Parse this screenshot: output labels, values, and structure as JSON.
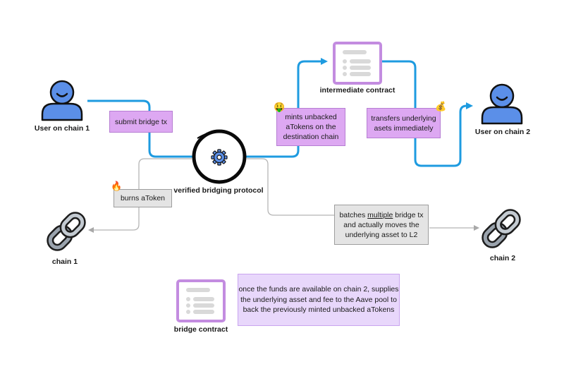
{
  "nodes": {
    "user_chain1": "User on chain 1",
    "user_chain2": "User on chain 2",
    "intermediate_contract": "intermediate contract",
    "verified_bridging_protocol": "verified bridging protocol",
    "chain1": "chain 1",
    "chain2": "chain 2",
    "bridge_contract": "bridge contract"
  },
  "steps": {
    "submit_bridge_tx": "submit bridge tx",
    "mints_unbacked": [
      "mints unbacked",
      "aTokens on the",
      "destination chain"
    ],
    "transfers_underlying": [
      "transfers underlying",
      "asets immediately"
    ],
    "burns_atoken": "burns aToken",
    "batches": {
      "pre": "batches ",
      "underlined": "multiple",
      "post": " bridge tx",
      "line2": "and actually moves the",
      "line3": "underlying asset to L2"
    },
    "once_funds": [
      "once the funds are available on chain 2, supplies",
      "the underlying asset and fee to the Aave pool to",
      "back the previously minted unbacked aTokens"
    ]
  },
  "emojis": {
    "money_face": "🤑",
    "money_bag": "💰",
    "fire": "🔥"
  },
  "colors": {
    "flow_blue": "#1e9be0",
    "person_blue": "#5b8fe8",
    "purple_box": "#dda8f2",
    "grey_box": "#e4e4e4",
    "note_purple": "#e8d7fb",
    "contract_purple": "#c38ce0",
    "grey_line": "#b5b5b5"
  },
  "icons": [
    "person-icon",
    "document-icon",
    "gear-icon",
    "chain-link-icon"
  ]
}
